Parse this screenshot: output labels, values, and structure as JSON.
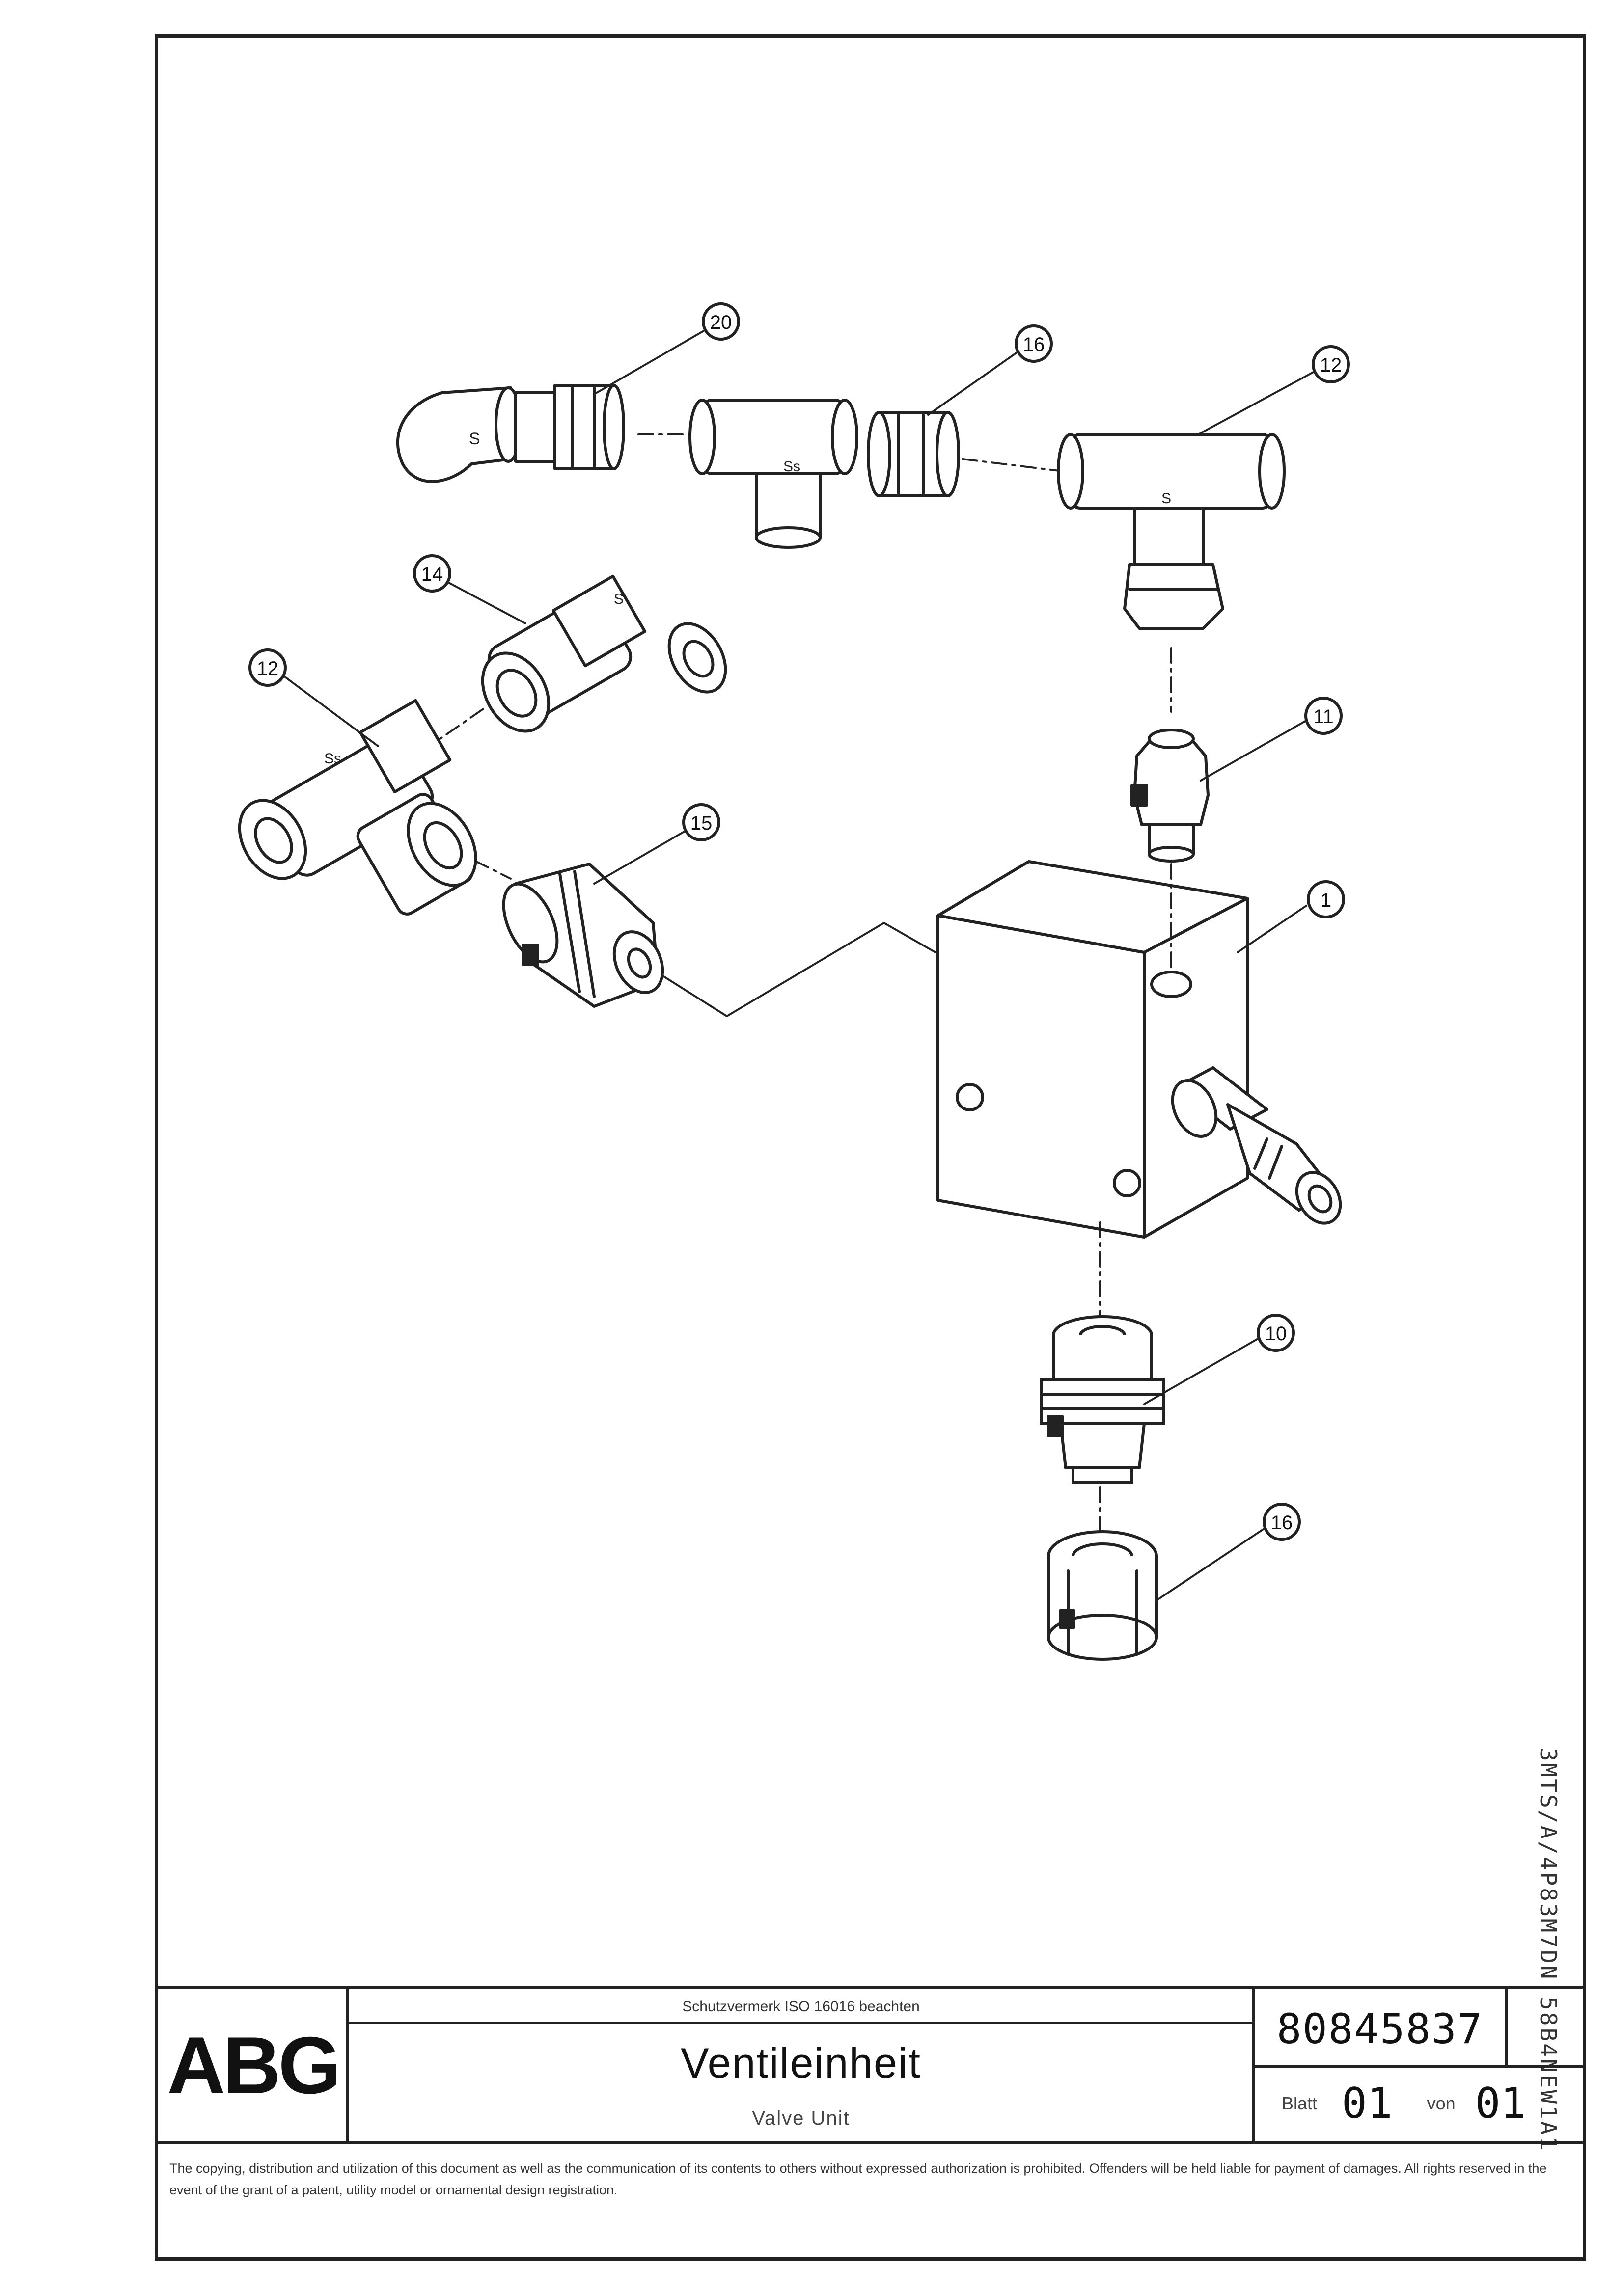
{
  "side_code": "3MTS/A/4P83M7DN 58B4NEW1A1",
  "callouts": [
    "20",
    "16",
    "12",
    "14",
    "12",
    "11",
    "15",
    "1",
    "10",
    "16"
  ],
  "title_block": {
    "logo": "ABG",
    "series_line": "Schutzvermerk ISO 16016 beachten",
    "title_de": "Ventileinheit",
    "title_en": "Valve Unit",
    "document_number": "80845837",
    "sheet_label": "Blatt",
    "sheet_value": "01",
    "of_label": "von",
    "of_value": "01"
  },
  "notice": "The copying, distribution and utilization of this document as well as the communication of its contents to others without expressed authorization is prohibited. Offenders will be held liable for payment of damages. All rights reserved in the event of the grant of a patent, utility model or ornamental design registration."
}
